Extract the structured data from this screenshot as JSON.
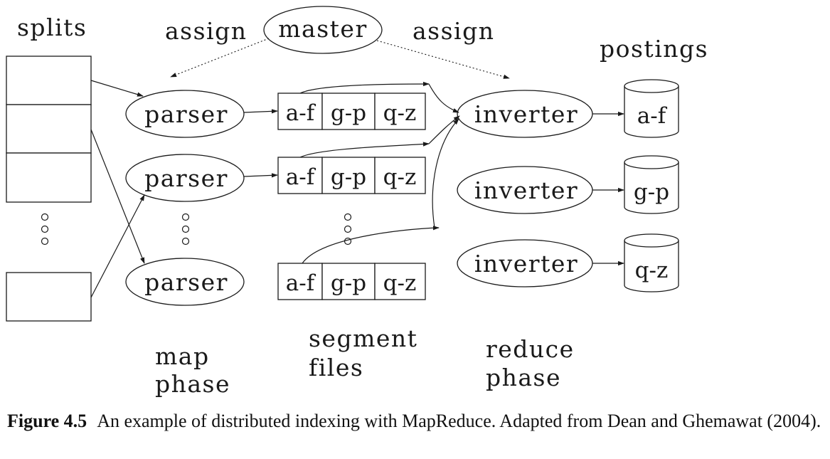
{
  "labels": {
    "splits": "splits",
    "assign_left": "assign",
    "master": "master",
    "assign_right": "assign",
    "postings": "postings",
    "map_phase_line1": "map",
    "map_phase_line2": "phase",
    "segment_files_line1": "segment",
    "segment_files_line2": "files",
    "reduce_phase_line1": "reduce",
    "reduce_phase_line2": "phase"
  },
  "parser_label": "parser",
  "inverter_label": "inverter",
  "segment_ranges": [
    "a-f",
    "g-p",
    "q-z"
  ],
  "postings_ranges": [
    "a-f",
    "g-p",
    "q-z"
  ],
  "caption": {
    "figure_number": "Figure 4.5",
    "text": "An example of distributed indexing with MapReduce. Adapted from Dean and Ghemawat (2004)."
  }
}
